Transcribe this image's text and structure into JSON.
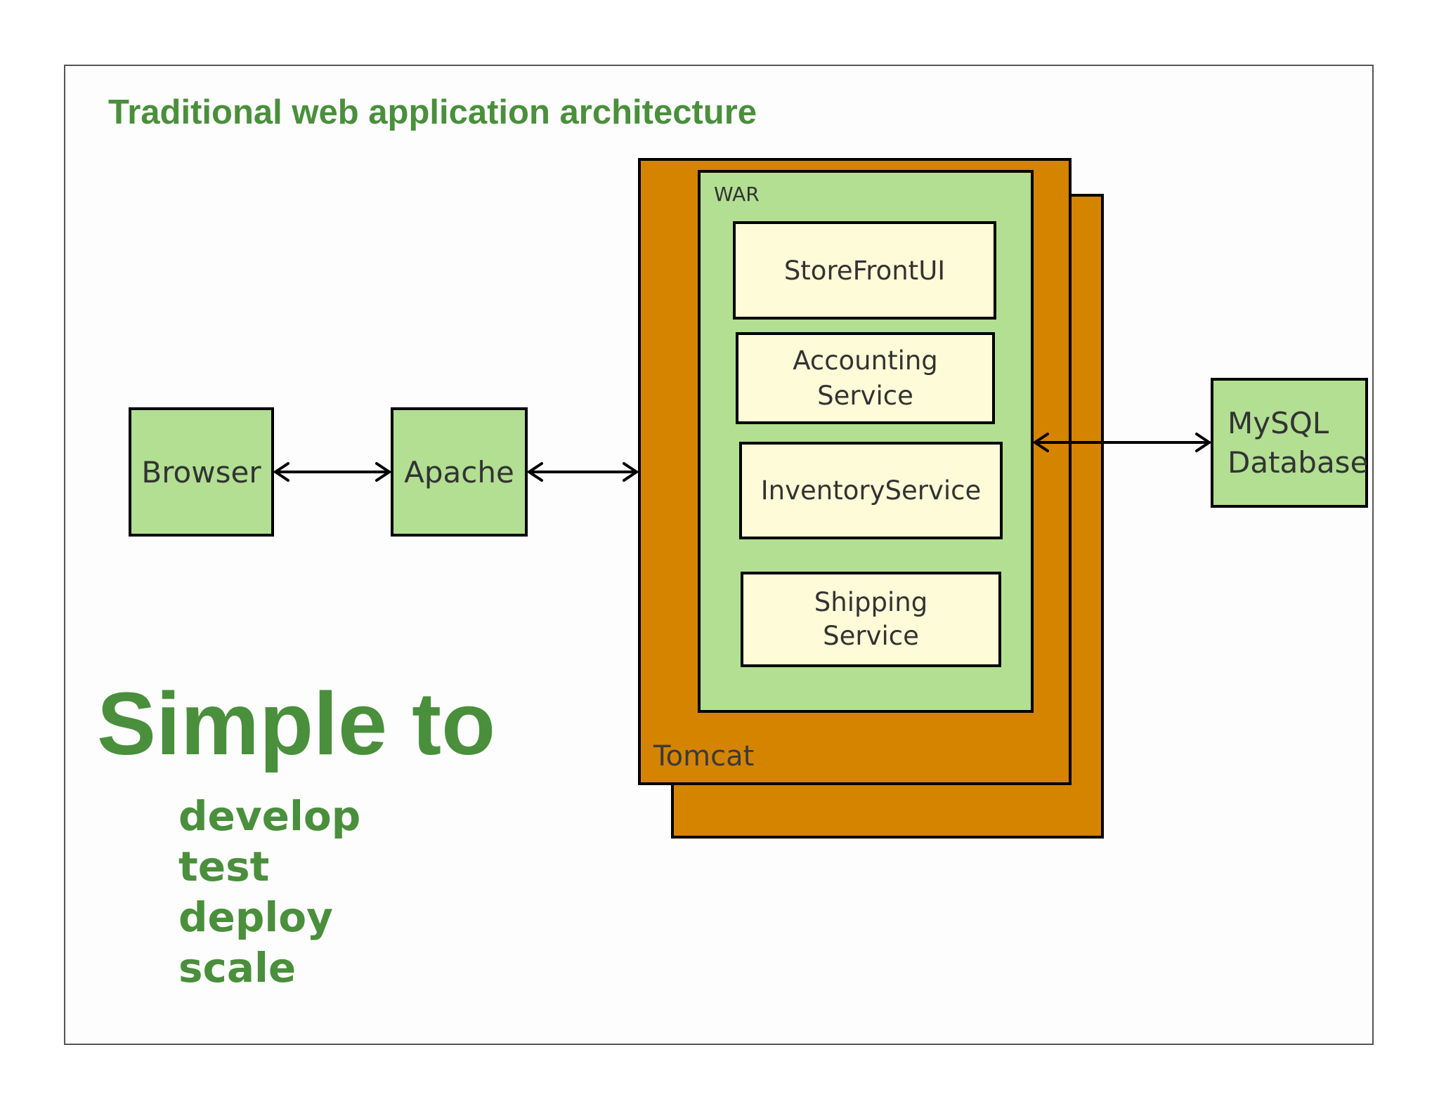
{
  "title": "Traditional web application architecture",
  "nodes": {
    "browser": "Browser",
    "apache": "Apache",
    "mysql": [
      "MySQL",
      "Database"
    ],
    "tomcat": "Tomcat",
    "war": "WAR",
    "services": {
      "storefront": "StoreFrontUI",
      "accounting": [
        "Accounting",
        "Service"
      ],
      "inventory": "InventoryService",
      "shipping": [
        "Shipping",
        "Service"
      ]
    }
  },
  "tagline": {
    "heading": "Simple to",
    "items": [
      "develop",
      "test",
      "deploy",
      "scale"
    ]
  },
  "colors": {
    "accent_green": "#4a8f3c",
    "box_green": "#b2df92",
    "box_cream": "#fefbd8",
    "tomcat_orange": "#d58400"
  }
}
